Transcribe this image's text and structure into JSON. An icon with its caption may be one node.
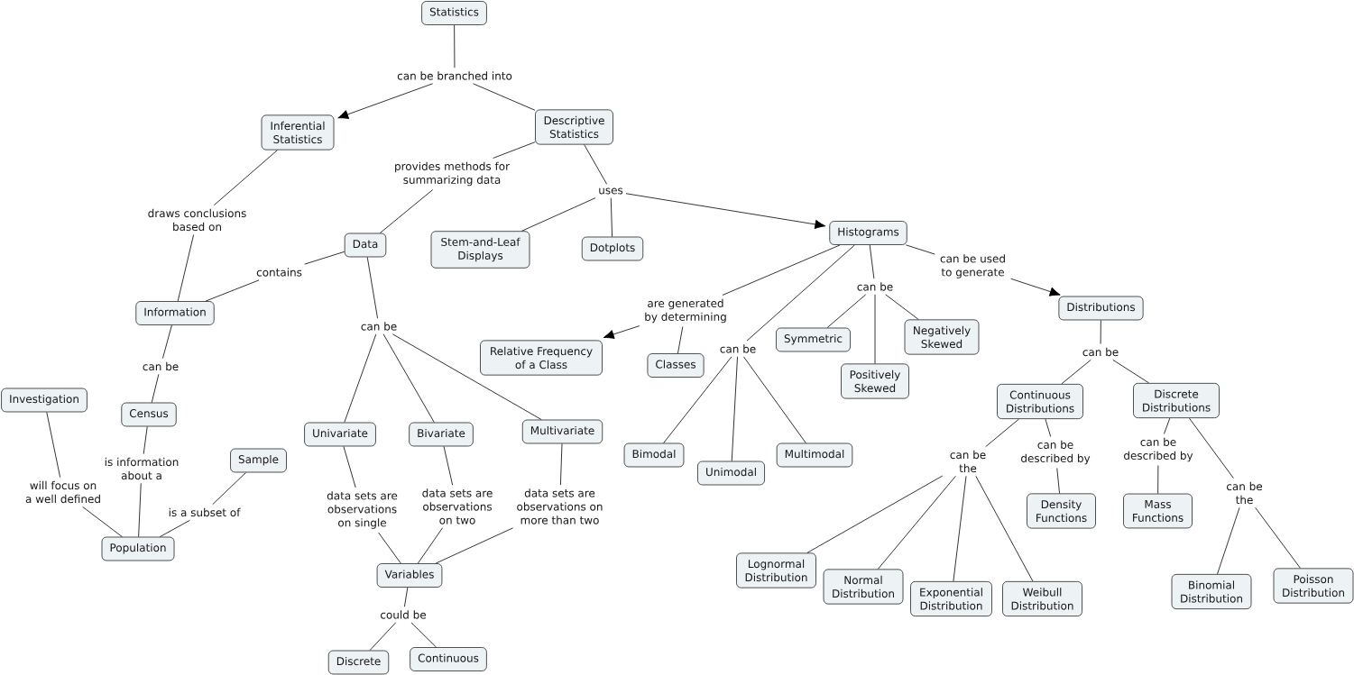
{
  "diagram": {
    "nodes": [
      {
        "text": [
          "Statistics"
        ]
      },
      {
        "text": [
          "can be branched into"
        ]
      },
      {
        "text": [
          "Inferential Statistics"
        ]
      },
      {
        "text": [
          "Descriptive Statistics"
        ]
      },
      {
        "text": [
          "provides methods for summarizing data"
        ]
      },
      {
        "text": [
          "uses"
        ]
      },
      {
        "text": [
          "draws conclusions based on"
        ]
      },
      {
        "text": [
          "Histograms"
        ]
      },
      {
        "text": [
          "Data"
        ]
      },
      {
        "text": [
          "Stem-and-Leaf Displays"
        ]
      },
      {
        "text": [
          "Dotplots"
        ]
      },
      {
        "text": [
          "can be used to generate"
        ]
      },
      {
        "text": [
          "contains"
        ]
      },
      {
        "text": [
          "can be"
        ]
      },
      {
        "text": [
          "Distributions"
        ]
      },
      {
        "text": [
          "are generated by determining"
        ]
      },
      {
        "text": [
          "Information"
        ]
      },
      {
        "text": [
          "can be"
        ]
      },
      {
        "text": [
          "Symmetric"
        ]
      },
      {
        "text": [
          "Negatively Skewed"
        ]
      },
      {
        "text": [
          "can be"
        ]
      },
      {
        "text": [
          "can be"
        ]
      },
      {
        "text": [
          "Relative Frequency of a Class"
        ]
      },
      {
        "text": [
          "Classes"
        ]
      },
      {
        "text": [
          "can be"
        ]
      },
      {
        "text": [
          "Positively Skewed"
        ]
      },
      {
        "text": [
          "Investigation"
        ]
      },
      {
        "text": [
          "Continuous Distributions"
        ]
      },
      {
        "text": [
          "Discrete Distributions"
        ]
      },
      {
        "text": [
          "Census"
        ]
      },
      {
        "text": [
          "Univariate"
        ]
      },
      {
        "text": [
          "Bivariate"
        ]
      },
      {
        "text": [
          "Multivariate"
        ]
      },
      {
        "text": [
          "can be described by"
        ]
      },
      {
        "text": [
          "can be described by"
        ]
      },
      {
        "text": [
          "Bimodal"
        ]
      },
      {
        "text": [
          "Sample"
        ]
      },
      {
        "text": [
          "can be the"
        ]
      },
      {
        "text": [
          "is information about a"
        ]
      },
      {
        "text": [
          "Unimodal"
        ]
      },
      {
        "text": [
          "Multimodal"
        ]
      },
      {
        "text": [
          "will focus on a well defined"
        ]
      },
      {
        "text": [
          "can be the"
        ]
      },
      {
        "text": [
          "data sets are observations on single"
        ]
      },
      {
        "text": [
          "data sets are observations on two"
        ]
      },
      {
        "text": [
          "data sets are observations on more than two"
        ]
      },
      {
        "text": [
          "Density Functions"
        ]
      },
      {
        "text": [
          "Mass Functions"
        ]
      },
      {
        "text": [
          "is a subset of"
        ]
      },
      {
        "text": [
          "Population"
        ]
      },
      {
        "text": [
          "Lognormal Distribution"
        ]
      },
      {
        "text": [
          "Variables"
        ]
      },
      {
        "text": [
          "Normal Distribution"
        ]
      },
      {
        "text": [
          "Exponential Distribution"
        ]
      },
      {
        "text": [
          "Weibull Distribution"
        ]
      },
      {
        "text": [
          "Binomial Distribution"
        ]
      },
      {
        "text": [
          "Poisson Distribution"
        ]
      },
      {
        "text": [
          "could be"
        ]
      },
      {
        "text": [
          "Discrete"
        ]
      },
      {
        "text": [
          "Continuous"
        ]
      }
    ],
    "edges": [
      {
        "from": 0,
        "to": 1,
        "arrow": "none"
      },
      {
        "from": 1,
        "to": 2,
        "arrow": "to"
      },
      {
        "from": 1,
        "to": 3,
        "arrow": "none"
      },
      {
        "from": 2,
        "to": 6,
        "arrow": "none"
      },
      {
        "from": 6,
        "to": 16,
        "arrow": "none"
      },
      {
        "from": 3,
        "to": 4,
        "arrow": "none"
      },
      {
        "from": 4,
        "to": 8,
        "arrow": "none"
      },
      {
        "from": 3,
        "to": 5,
        "arrow": "none"
      },
      {
        "from": 5,
        "to": 9,
        "arrow": "none"
      },
      {
        "from": 5,
        "to": 10,
        "arrow": "none"
      },
      {
        "from": 5,
        "to": 7,
        "arrow": "to"
      },
      {
        "from": 8,
        "to": 12,
        "arrow": "none"
      },
      {
        "from": 12,
        "to": 16,
        "arrow": "none"
      },
      {
        "from": 8,
        "to": 17,
        "arrow": "none"
      },
      {
        "from": 17,
        "to": 30,
        "arrow": "none"
      },
      {
        "from": 17,
        "to": 31,
        "arrow": "none"
      },
      {
        "from": 17,
        "to": 32,
        "arrow": "none"
      },
      {
        "from": 7,
        "to": 15,
        "arrow": "none"
      },
      {
        "from": 15,
        "to": 22,
        "arrow": "to"
      },
      {
        "from": 15,
        "to": 23,
        "arrow": "none"
      },
      {
        "from": 7,
        "to": 20,
        "arrow": "none"
      },
      {
        "from": 20,
        "to": 35,
        "arrow": "none"
      },
      {
        "from": 20,
        "to": 39,
        "arrow": "none"
      },
      {
        "from": 20,
        "to": 40,
        "arrow": "none"
      },
      {
        "from": 7,
        "to": 13,
        "arrow": "none"
      },
      {
        "from": 13,
        "to": 18,
        "arrow": "none"
      },
      {
        "from": 13,
        "to": 25,
        "arrow": "none"
      },
      {
        "from": 13,
        "to": 19,
        "arrow": "none"
      },
      {
        "from": 7,
        "to": 11,
        "arrow": "none"
      },
      {
        "from": 11,
        "to": 14,
        "arrow": "to"
      },
      {
        "from": 14,
        "to": 21,
        "arrow": "none"
      },
      {
        "from": 21,
        "to": 27,
        "arrow": "none"
      },
      {
        "from": 21,
        "to": 28,
        "arrow": "none"
      },
      {
        "from": 16,
        "to": 24,
        "arrow": "none"
      },
      {
        "from": 24,
        "to": 29,
        "arrow": "none"
      },
      {
        "from": 26,
        "to": 41,
        "arrow": "none"
      },
      {
        "from": 41,
        "to": 49,
        "arrow": "none"
      },
      {
        "from": 29,
        "to": 38,
        "arrow": "none"
      },
      {
        "from": 38,
        "to": 49,
        "arrow": "none"
      },
      {
        "from": 36,
        "to": 48,
        "arrow": "none"
      },
      {
        "from": 48,
        "to": 49,
        "arrow": "none"
      },
      {
        "from": 30,
        "to": 43,
        "arrow": "none"
      },
      {
        "from": 43,
        "to": 51,
        "arrow": "none"
      },
      {
        "from": 31,
        "to": 44,
        "arrow": "none"
      },
      {
        "from": 44,
        "to": 51,
        "arrow": "none"
      },
      {
        "from": 32,
        "to": 45,
        "arrow": "none"
      },
      {
        "from": 45,
        "to": 51,
        "arrow": "none"
      },
      {
        "from": 51,
        "to": 57,
        "arrow": "none"
      },
      {
        "from": 57,
        "to": 58,
        "arrow": "none"
      },
      {
        "from": 57,
        "to": 59,
        "arrow": "none"
      },
      {
        "from": 27,
        "to": 37,
        "arrow": "none"
      },
      {
        "from": 37,
        "to": 50,
        "arrow": "none"
      },
      {
        "from": 37,
        "to": 52,
        "arrow": "none"
      },
      {
        "from": 37,
        "to": 53,
        "arrow": "none"
      },
      {
        "from": 37,
        "to": 54,
        "arrow": "none"
      },
      {
        "from": 27,
        "to": 33,
        "arrow": "none"
      },
      {
        "from": 33,
        "to": 46,
        "arrow": "none"
      },
      {
        "from": 28,
        "to": 34,
        "arrow": "none"
      },
      {
        "from": 34,
        "to": 47,
        "arrow": "none"
      },
      {
        "from": 28,
        "to": 42,
        "arrow": "none"
      },
      {
        "from": 42,
        "to": 55,
        "arrow": "none"
      },
      {
        "from": 42,
        "to": 56,
        "arrow": "none"
      }
    ]
  }
}
